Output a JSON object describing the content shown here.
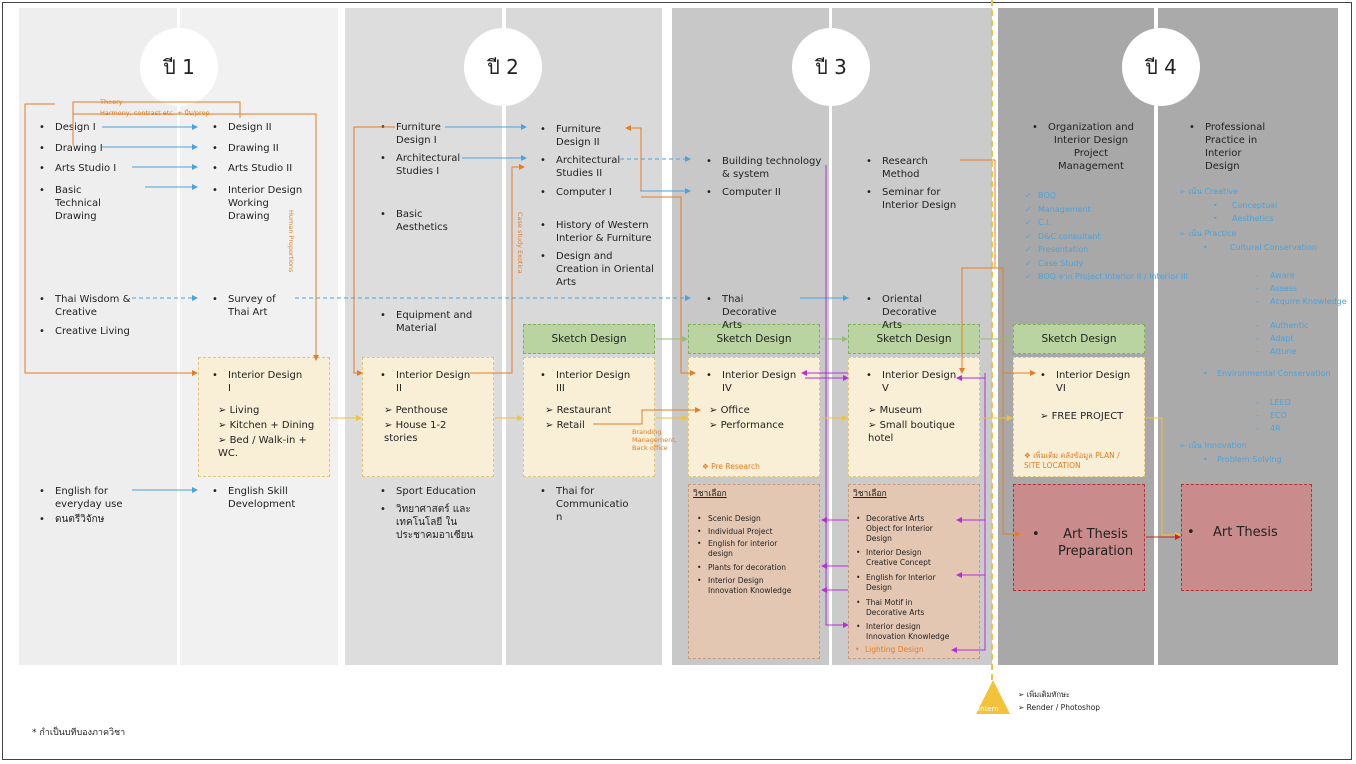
{
  "years": [
    "ปี 1",
    "ปี 2",
    "ปี 3",
    "ปี 4"
  ],
  "labels": {
    "theory": "Theory",
    "harmony": "Harmony, contrast etc. + บีบ/prop",
    "human_proportions": "Human Proportions",
    "case_study": "Case study Exotica",
    "branding": "Branding\nManagement,\nBack office"
  },
  "y1a": {
    "design1": "Design I",
    "drawing1": "Drawing I",
    "arts1": "Arts Studio I",
    "basic_tech": "Basic\nTechnical\nDrawing",
    "thai_wisdom": "Thai Wisdom &\nCreative",
    "creative_living": "Creative Living",
    "english": "English for\neveryday use",
    "music": "ดนตรีวิจักษ"
  },
  "y1b": {
    "design2": "Design II",
    "drawing2": "Drawing II",
    "arts2": "Arts Studio II",
    "id_working": "Interior Design\nWorking\nDrawing",
    "survey": "Survey of\nThai Art",
    "english_skill": "English Skill\nDevelopment",
    "id1_title": "Interior Design\nI",
    "id1_items": [
      "Living",
      "Kitchen + Dining",
      "Bed / Walk-in +\nWC."
    ]
  },
  "y2a": {
    "furniture1": "Furniture\nDesign I",
    "arch1": "Architectural\nStudies I",
    "aesthetics": "Basic\nAesthetics",
    "equipment": "Equipment and\nMaterial",
    "sport": "Sport Education",
    "science": "วิทยาศาสตร์ และ\nเทคโนโลยี ใน\nประชาคมอาเซียน",
    "id2_title": "Interior Design\nII",
    "id2_items": [
      "Penthouse",
      "House 1-2\nstories"
    ]
  },
  "y2b": {
    "furniture2": "Furniture\nDesign II",
    "arch2": "Architectural\nStudies II",
    "computer1": "Computer I",
    "history": "History of Western\nInterior & Furniture",
    "oriental": "Design and\nCreation in Oriental\nArts",
    "thai_comm": "Thai for\nCommunicatio\nn",
    "sketch": "Sketch Design",
    "id3_title": "Interior Design\nIII",
    "id3_items": [
      "Restaurant",
      "Retail"
    ]
  },
  "y3a": {
    "building": "Building technology\n& system",
    "computer2": "Computer II",
    "thai_deco": "Thai\nDecorative\nArts",
    "sketch": "Sketch Design",
    "id4_title": "Interior Design\nIV",
    "id4_items": [
      "Office",
      "Performance"
    ],
    "pre_research": "❖  Pre Research",
    "elective_title": "วิชาเลือก",
    "electives": [
      "Scenic Design",
      "Individual Project",
      "English for interior\ndesign",
      "Plants for decoration",
      "Interior Design\nInnovation Knowledge"
    ]
  },
  "y3b": {
    "research": "Research\nMethod",
    "seminar": "Seminar for\nInterior Design",
    "oriental_deco": "Oriental\nDecorative\nArts",
    "sketch": "Sketch Design",
    "id5_title": "Interior Design\nV",
    "id5_items": [
      "Museum",
      "Small boutique\nhotel"
    ],
    "elective_title": "วิชาเลือก",
    "electives": [
      "Decorative Arts\nObject for Interior\nDesign",
      "Interior Design\nCreative Concept",
      "English for Interior\nDesign",
      "Thai Motif in\nDecorative Arts",
      "Interior design\nInnovation Knowledge"
    ],
    "lighting": "Lighting Design"
  },
  "y4a": {
    "org": "Organization and\nInterior Design\nProject\nManagement",
    "checks": [
      "BOQ",
      "Management",
      "C.I.",
      "D&C consultant",
      "Presentation",
      "Case Study",
      "BOQ จาก Project\nInterior II / Interior III"
    ],
    "sketch": "Sketch Design",
    "id6_title": "Interior Design\nVI",
    "id6_item": "FREE PROJECT",
    "add_info": "❖  เพิ่มเติม คลังข้อมูล PLAN /\nSITE LOCATION",
    "thesis_prep": "Art Thesis\nPreparation"
  },
  "y4b": {
    "professional": "Professional\nPractice in\nInterior\nDesign",
    "creative": "➢ เน้น Creative",
    "creative_sub": [
      "Conceptual",
      "Aesthetics"
    ],
    "practice": "➢ เน้น Practice",
    "cultural": "Cultural\nConservation",
    "cultural_sub": [
      "Aware",
      "Assess",
      "Acquire\nKnowledge",
      "Authentic",
      "Adapt",
      "Attune"
    ],
    "environmental": "Environmental\nConservation",
    "env_sub": [
      "LEED",
      "ECO",
      "4R"
    ],
    "innovation": "➢ เน้น Innovation",
    "problem": "Problem Solving",
    "thesis": "Art Thesis"
  },
  "intern": {
    "label": "Intern",
    "notes": [
      "เพิ่มเติมทักษะ",
      "Render / Photoshop"
    ]
  },
  "footnote": "* กำเป็นบทีบองภาควิชา",
  "colors": {
    "blue": "#4aa3df",
    "orange": "#e57d24",
    "purple": "#b42fd8",
    "yellow": "#f2c23a"
  }
}
